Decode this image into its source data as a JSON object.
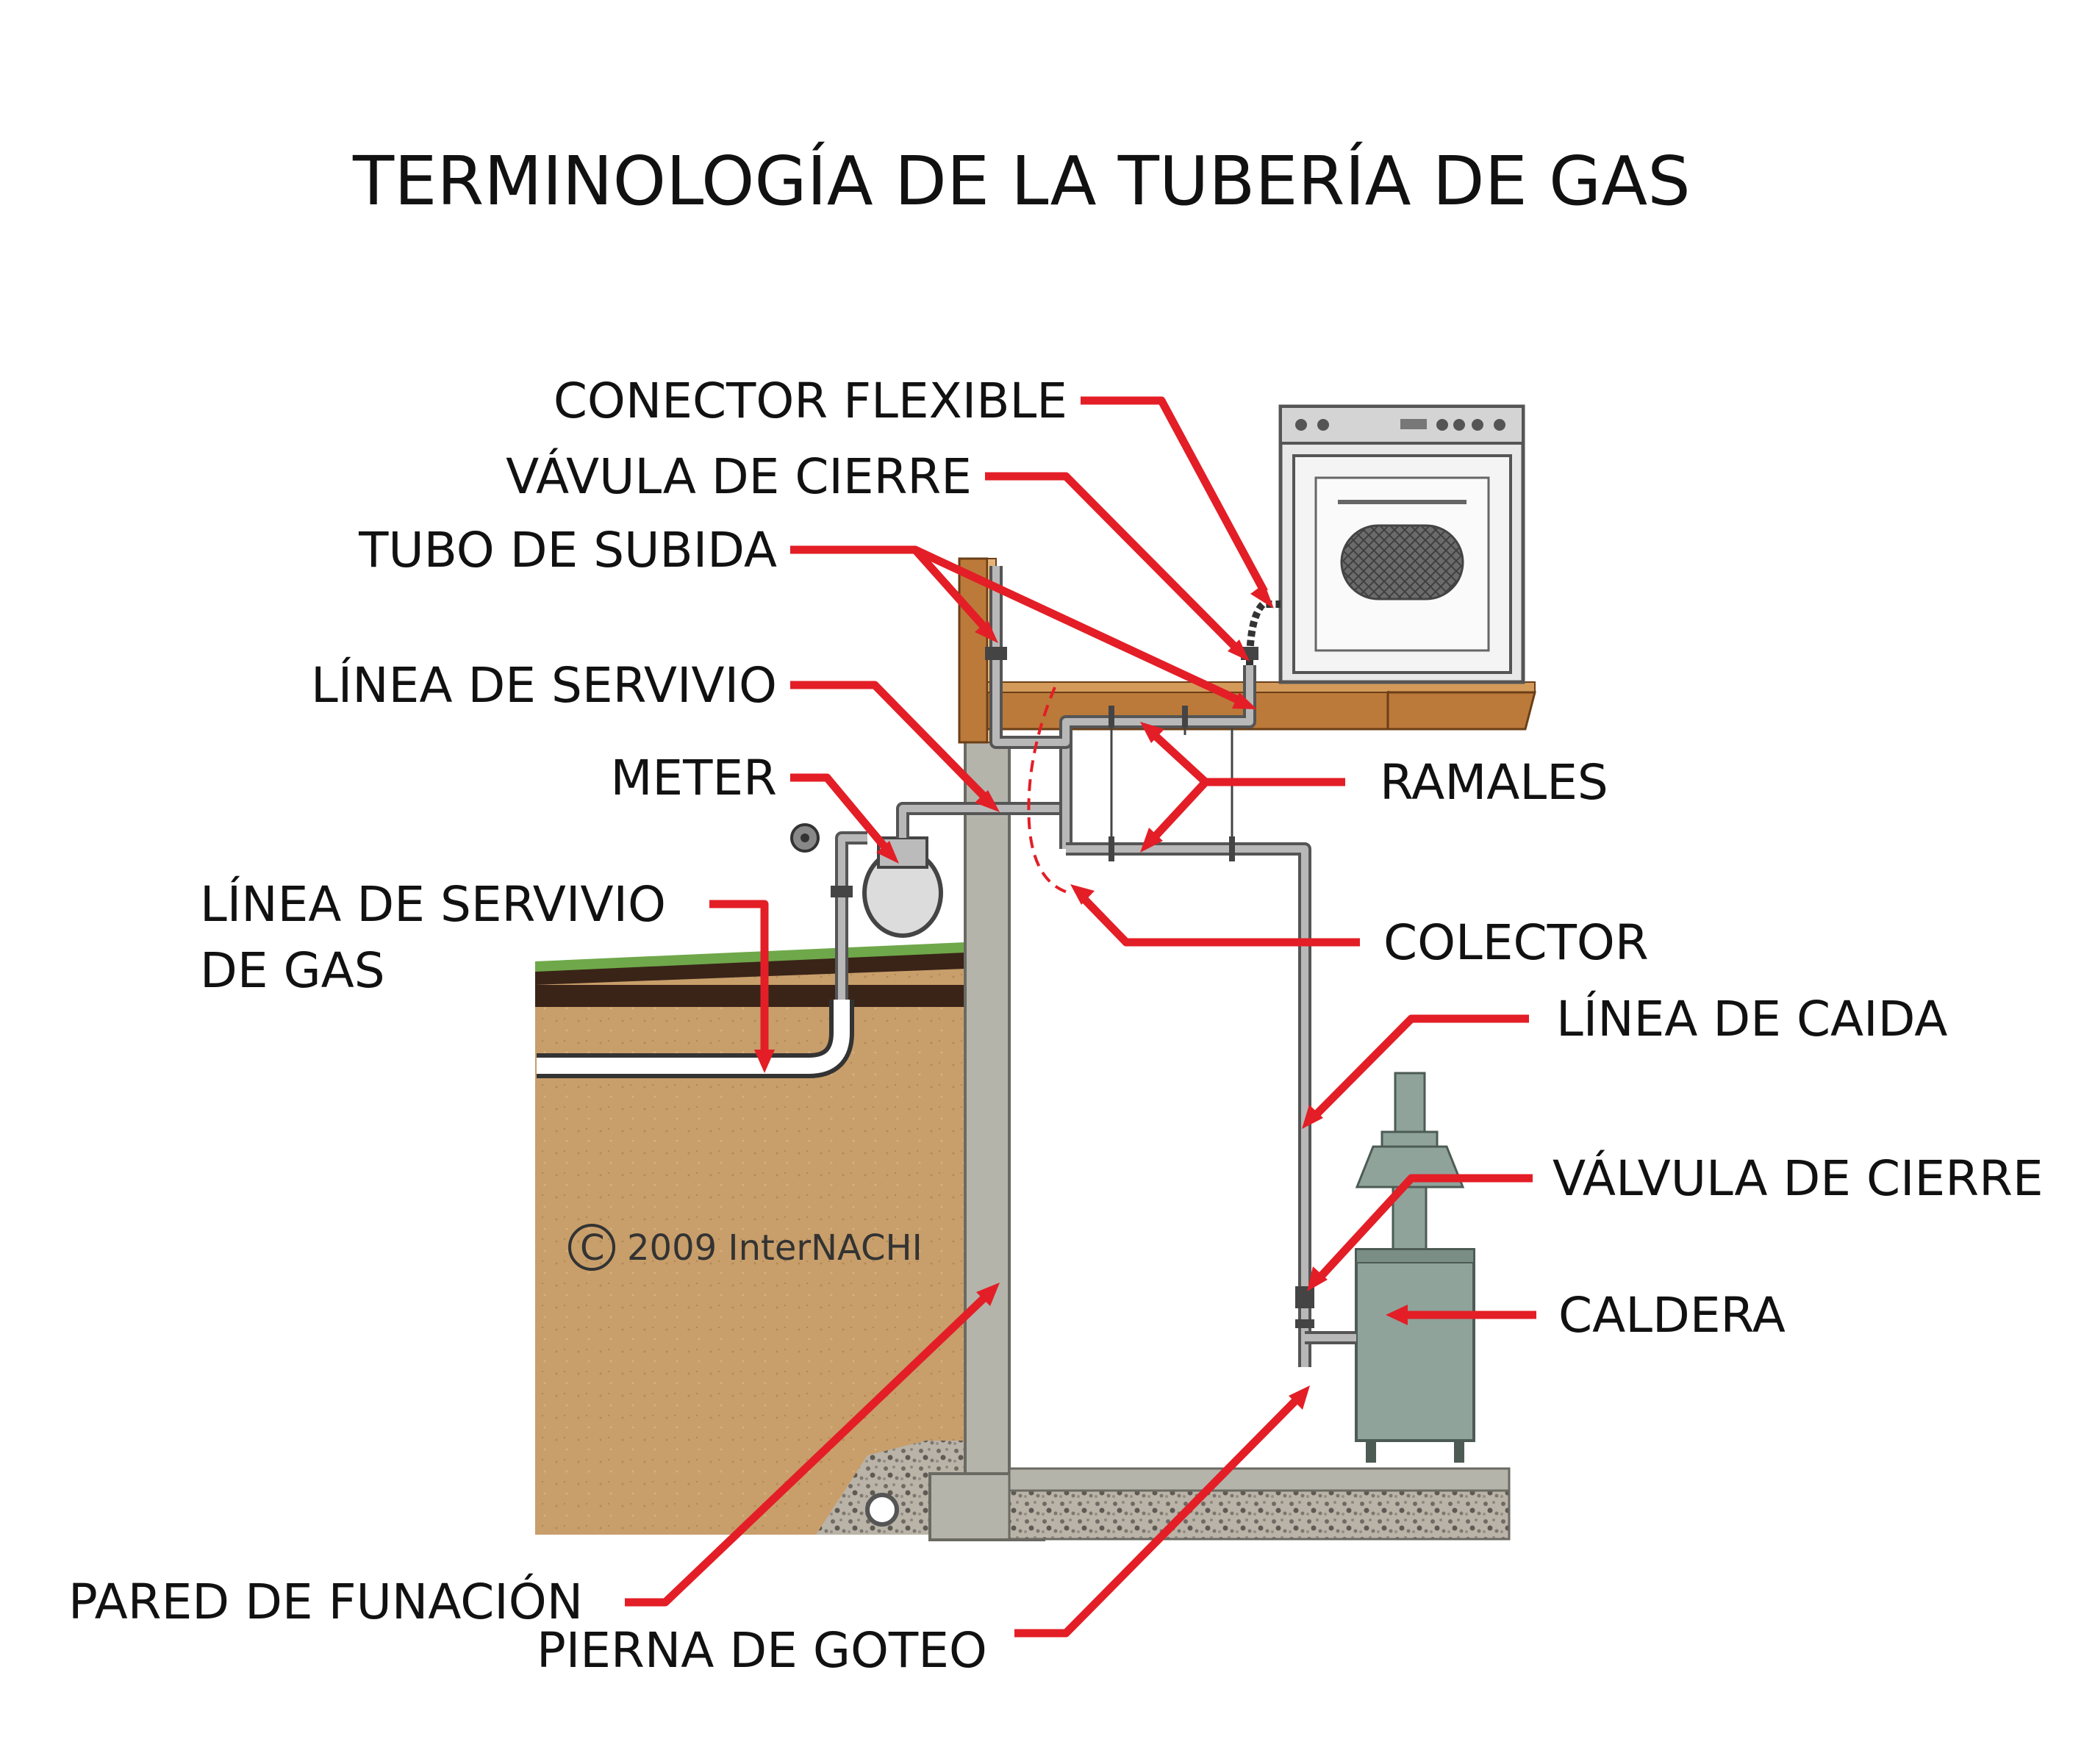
{
  "title": "TERMINOLOGÍA  DE LA TUBERÍA DE GAS",
  "copyright": "2009  InterNACHI",
  "labels": {
    "flexible_connector": "CONECTOR FLEXIBLE",
    "shutoff_valve_top": "VÁVULA DE CIERRE",
    "riser": "TUBO DE SUBIDA",
    "service_line": "LÍNEA DE SERVIVIO",
    "meter": "METER",
    "gas_service_line_1": "LÍNEA DE SERVIVIO",
    "gas_service_line_2": "DE GAS",
    "branches": "RAMALES",
    "manifold": "COLECTOR",
    "drop_line": "LÍNEA DE CAIDA",
    "shutoff_valve_bottom": "VÁLVULA DE CIERRE",
    "boiler": "CALDERA",
    "foundation_wall": "PARED DE FUNACIÓN",
    "drip_leg": "PIERNA DE GOTEO"
  },
  "icons": {
    "copyright": "copyright-symbol-icon",
    "stove": "stove-icon",
    "boiler": "boiler-icon",
    "meter": "gas-meter-icon"
  },
  "colors": {
    "arrow": "#e31e26",
    "soil": "#c79c68",
    "topsoil": "#3a2418",
    "grass": "#6fa84a",
    "concrete": "#b4b4ab",
    "wood": "#bb7a3a",
    "pipe": "#555555",
    "boiler": "#8fa39b",
    "stove": "#e8e8e8"
  }
}
